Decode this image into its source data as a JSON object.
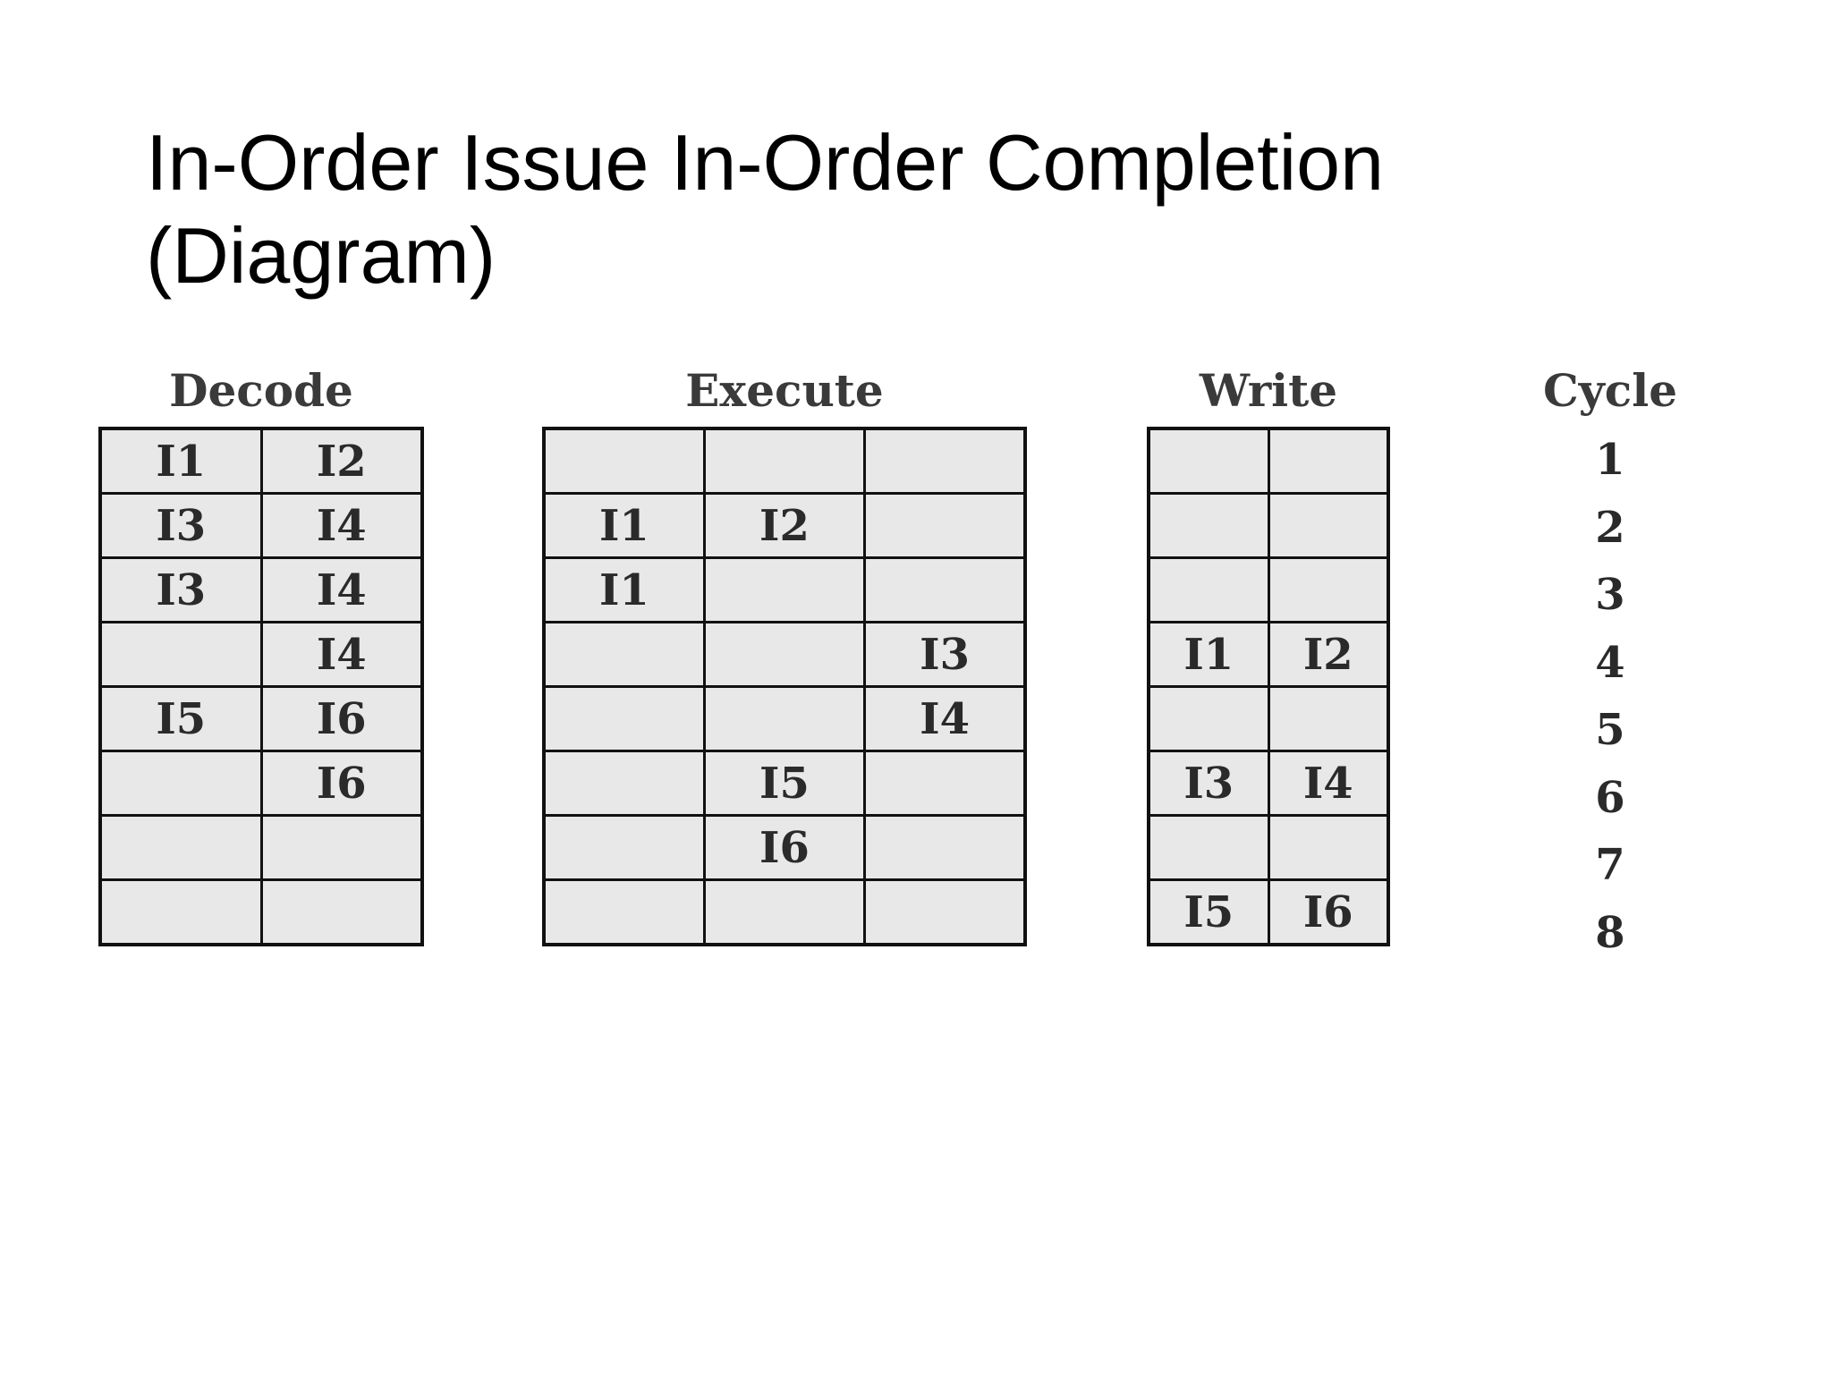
{
  "title": {
    "line1": "In-Order Issue In-Order Completion",
    "line2": "(Diagram)"
  },
  "stages": {
    "decode": {
      "label": "Decode",
      "rows": [
        [
          "I1",
          "I2"
        ],
        [
          "I3",
          "I4"
        ],
        [
          "I3",
          "I4"
        ],
        [
          "",
          "I4"
        ],
        [
          "I5",
          "I6"
        ],
        [
          "",
          "I6"
        ],
        [
          "",
          ""
        ],
        [
          "",
          ""
        ]
      ]
    },
    "execute": {
      "label": "Execute",
      "rows": [
        [
          "",
          "",
          ""
        ],
        [
          "I1",
          "I2",
          ""
        ],
        [
          "I1",
          "",
          ""
        ],
        [
          "",
          "",
          "I3"
        ],
        [
          "",
          "",
          "I4"
        ],
        [
          "",
          "I5",
          ""
        ],
        [
          "",
          "I6",
          ""
        ],
        [
          "",
          "",
          ""
        ]
      ]
    },
    "write": {
      "label": "Write",
      "rows": [
        [
          "",
          ""
        ],
        [
          "",
          ""
        ],
        [
          "",
          ""
        ],
        [
          "I1",
          "I2"
        ],
        [
          "",
          ""
        ],
        [
          "I3",
          "I4"
        ],
        [
          "",
          ""
        ],
        [
          "I5",
          "I6"
        ]
      ]
    }
  },
  "cycle": {
    "label": "Cycle",
    "values": [
      "1",
      "2",
      "3",
      "4",
      "5",
      "6",
      "7",
      "8"
    ]
  }
}
